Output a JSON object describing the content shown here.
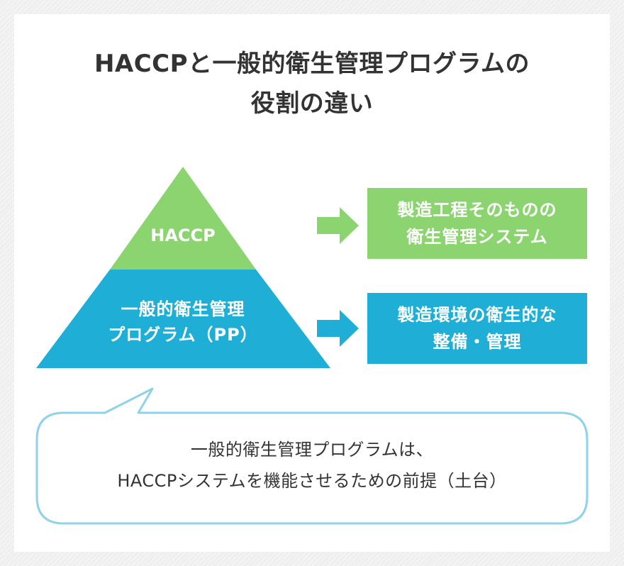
{
  "title": {
    "line1": "HACCPと一般的衛生管理プログラムの",
    "line2": "役割の違い"
  },
  "pyramid": {
    "top_label": "HACCP",
    "bottom_label_line1": "一般的衛生管理",
    "bottom_label_line2": "プログラム（PP）",
    "top_color": "#8cd470",
    "bottom_color": "#1fafd6"
  },
  "boxes": {
    "haccp_line1": "製造工程そのものの",
    "haccp_line2": "衛生管理システム",
    "pp_line1": "製造環境の衛生的な",
    "pp_line2": "整備・管理"
  },
  "note": {
    "line1": "一般的衛生管理プログラムは、",
    "line2": "HACCPシステムを機能させるための前提（土台）",
    "border_color": "#8fd3e8"
  }
}
